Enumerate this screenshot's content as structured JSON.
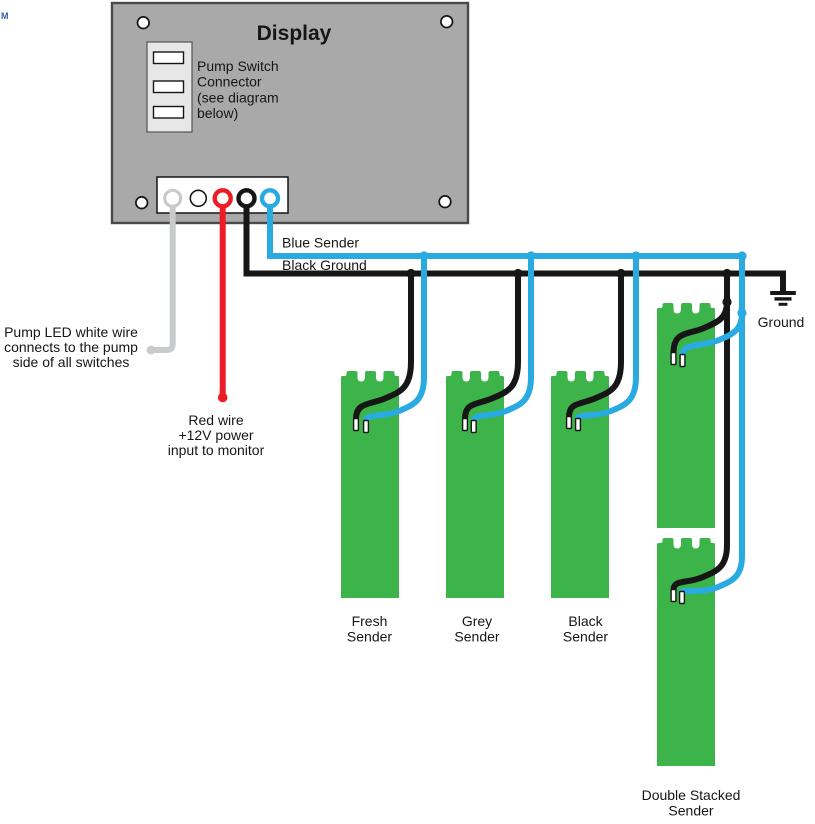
{
  "page": {
    "tm_mark": "M"
  },
  "display": {
    "title": "Display",
    "connector_note_lines": [
      "Pump Switch",
      "Connector",
      "(see diagram",
      "below)"
    ]
  },
  "wire_labels": {
    "blue_bus": "Blue Sender",
    "black_bus": "Black Ground",
    "ground": "Ground"
  },
  "notes": {
    "pump_led_lines": [
      "Pump LED white wire",
      "connects to the pump",
      "side of all switches"
    ],
    "red_wire_lines": [
      "Red wire",
      "+12V power",
      "input to monitor"
    ]
  },
  "senders": [
    {
      "label_lines": [
        "Fresh",
        "Sender"
      ]
    },
    {
      "label_lines": [
        "Grey",
        "Sender"
      ]
    },
    {
      "label_lines": [
        "Black",
        "Sender"
      ]
    },
    {
      "label_lines": [
        "Double Stacked",
        "Sender"
      ]
    }
  ],
  "colors": {
    "green": "#3CB44A",
    "blue": "#29ABE2",
    "red": "#EC1C24",
    "wire_gray": "#C9CACB",
    "panel_gray": "#A9A9A9",
    "connector_gray": "#E7E7E7",
    "line_black": "#161616"
  }
}
